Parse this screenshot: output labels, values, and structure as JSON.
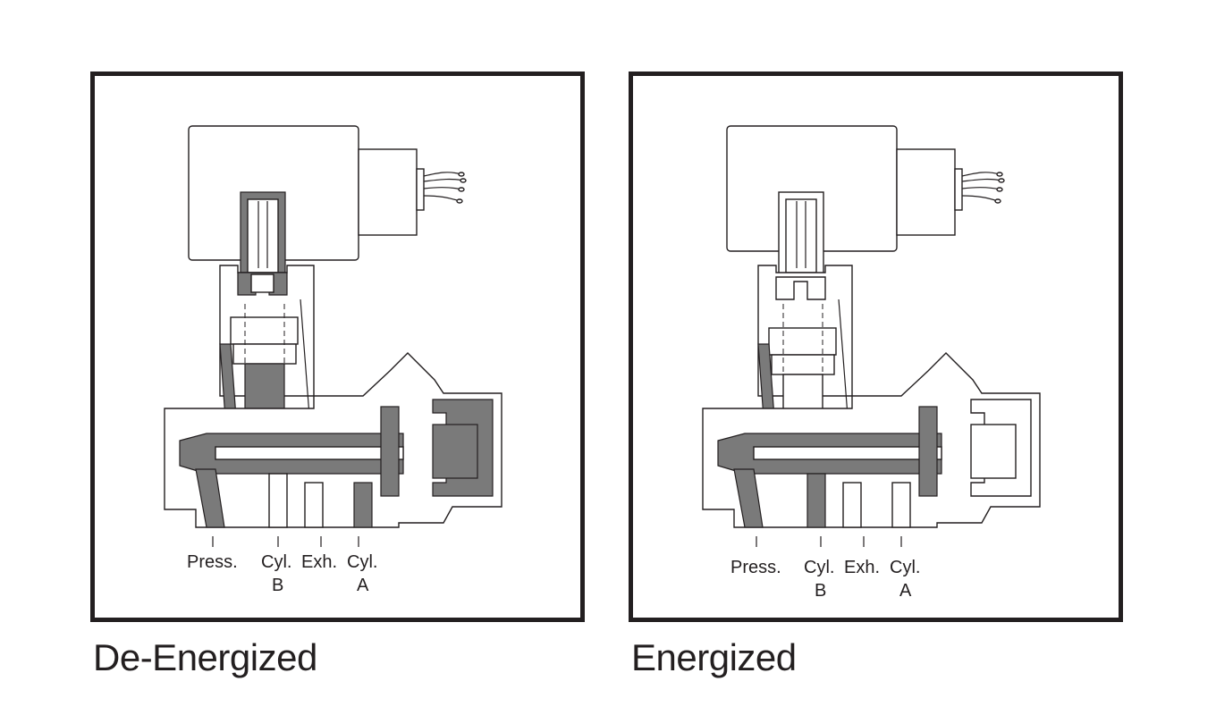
{
  "panels": [
    {
      "caption": "De-Energized",
      "ports": {
        "press": "Press.",
        "cyl_b_line1": "Cyl.",
        "cyl_b_line2": "B",
        "exh": "Exh.",
        "cyl_a_line1": "Cyl.",
        "cyl_a_line2": "A"
      }
    },
    {
      "caption": "Energized",
      "ports": {
        "press": "Press.",
        "cyl_b_line1": "Cyl.",
        "cyl_b_line2": "B",
        "exh": "Exh.",
        "cyl_a_line1": "Cyl.",
        "cyl_a_line2": "A"
      }
    }
  ],
  "colors": {
    "ink": "#231f20",
    "pressurized": "#7a7a7a",
    "background": "#ffffff"
  }
}
